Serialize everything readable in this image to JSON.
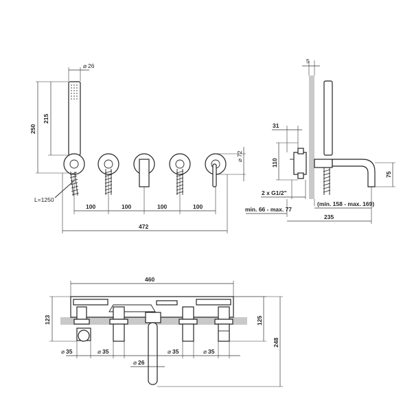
{
  "front_view": {
    "handshower_diameter": "26",
    "height_250": "250",
    "height_215": "215",
    "diameter_72": "72",
    "hose_length": "L=1250",
    "spacings": [
      "100",
      "100",
      "100",
      "100"
    ],
    "overall_width": "472"
  },
  "side_view": {
    "dim_5": "5",
    "dim_31": "31",
    "dim_110": "110",
    "dim_75": "75",
    "connection": "2 x G1/2\"",
    "projection_min_max": "min. 66 - max. 77",
    "spout_range": "(min. 158 - max. 169)",
    "overall_depth": "235"
  },
  "plan_view": {
    "overall_width": "460",
    "height_123": "123",
    "height_125": "125",
    "height_248": "248",
    "diameters": [
      "35",
      "35",
      "35",
      "35"
    ],
    "spout_diameter": "26"
  },
  "colors": {
    "line": "#222222",
    "wall": "#c9c9c9"
  }
}
